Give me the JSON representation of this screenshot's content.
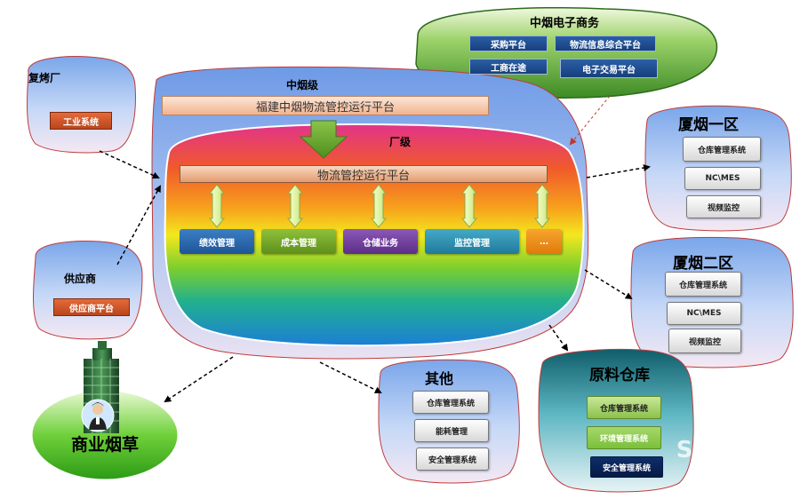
{
  "ecommerce": {
    "title": "中烟电子商务",
    "items": [
      "采购平台",
      "物流信息综合平台",
      "工商在途",
      "电子交易平台"
    ]
  },
  "central": {
    "title": "中烟级",
    "platform": "福建中烟物流管控运行平台",
    "factory_title": "厂级",
    "factory_platform": "物流管控运行平台",
    "modules": [
      "绩效管理",
      "成本管理",
      "仓储业务",
      "监控管理",
      "…"
    ]
  },
  "left_top": {
    "title": "复烤厂",
    "system": "工业系统"
  },
  "supplier": {
    "title": "供应商",
    "system": "供应商平台"
  },
  "commercial": {
    "title": "商业烟草"
  },
  "xiamen1": {
    "title": "厦烟一区",
    "systems": [
      "仓库管理系统",
      "NC\\MES",
      "视频监控"
    ]
  },
  "xiamen2": {
    "title": "厦烟二区",
    "systems": [
      "仓库管理系统",
      "NC\\MES",
      "视频监控"
    ]
  },
  "others": {
    "title": "其他",
    "systems": [
      "仓库管理系统",
      "能耗管理",
      "安全管理系统"
    ]
  },
  "raw_warehouse": {
    "title": "原料仓库",
    "systems": [
      "仓库管理系统",
      "环境管理系统",
      "安全管理系统"
    ]
  },
  "watermark": "So"
}
